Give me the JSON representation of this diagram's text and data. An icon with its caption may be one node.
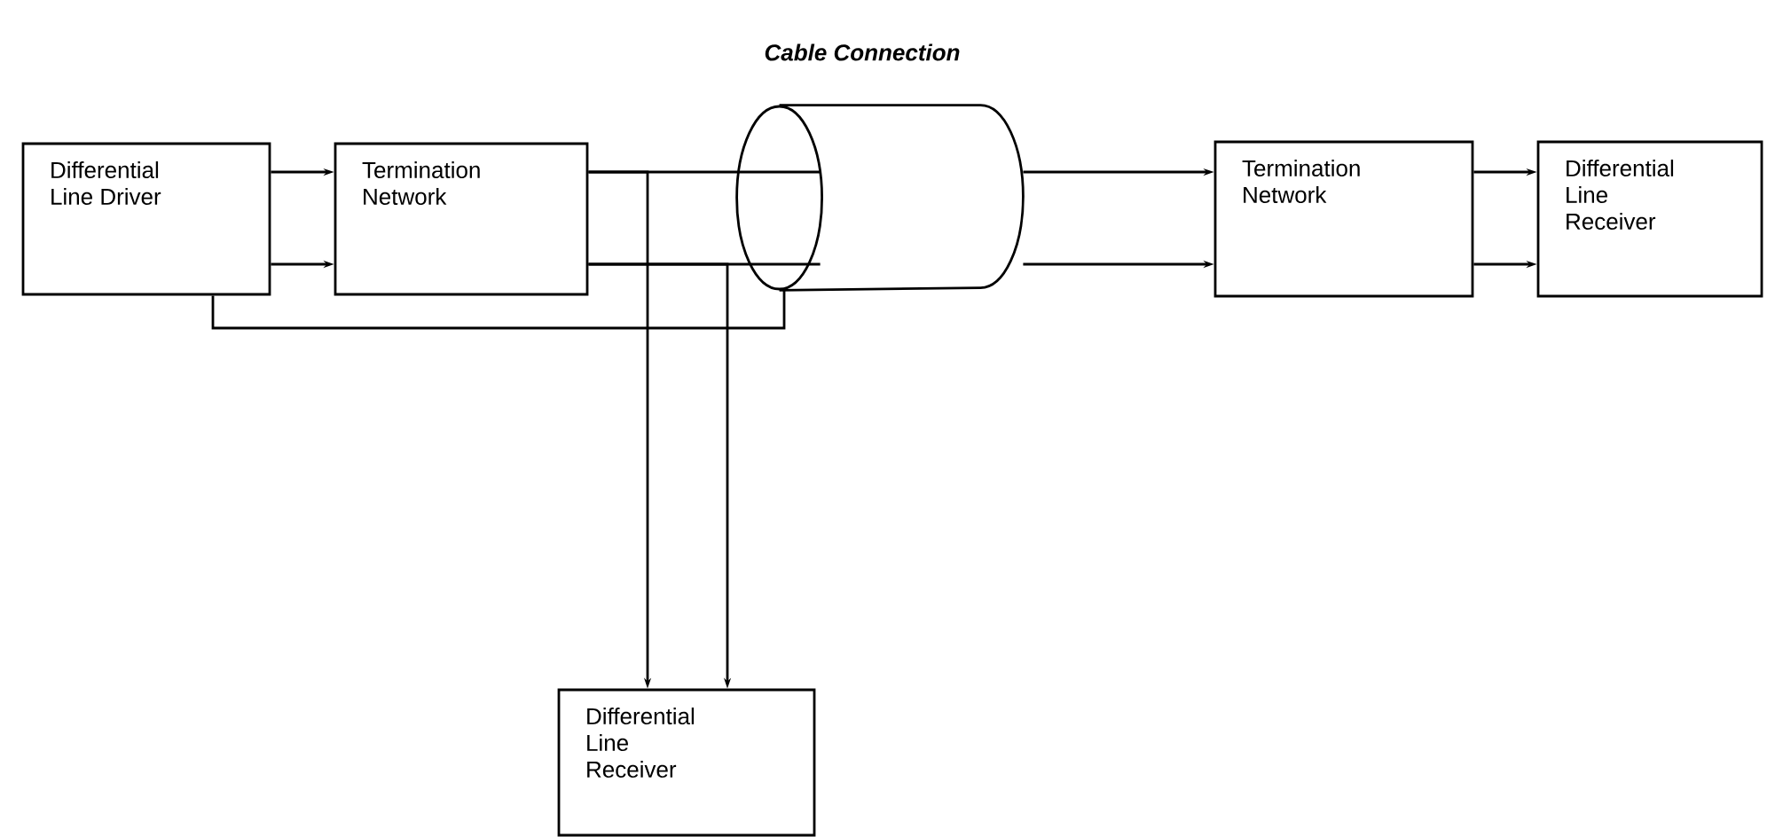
{
  "diagram": {
    "nodes": [
      {
        "text": [
          "Differential Line Driver"
        ]
      },
      {
        "text": [
          "Termination Network"
        ]
      },
      {
        "text": [],
        "shape": "cylinder",
        "beside": [
          "Cable Connection"
        ]
      },
      {
        "text": [
          "Termination Network"
        ]
      },
      {
        "text": [
          "Differential Line Receiver"
        ]
      },
      {
        "text": [
          "Differential Line Receiver"
        ]
      }
    ],
    "edges": [
      {
        "from": 0,
        "to": 1,
        "arrow": "to"
      },
      {
        "from": 0,
        "to": 1,
        "arrow": "to"
      },
      {
        "from": 1,
        "to": 2,
        "arrow": "none"
      },
      {
        "from": 1,
        "to": 2,
        "arrow": "none"
      },
      {
        "from": 2,
        "to": 3,
        "arrow": "to"
      },
      {
        "from": 2,
        "to": 3,
        "arrow": "to"
      },
      {
        "from": 3,
        "to": 4,
        "arrow": "to"
      },
      {
        "from": 3,
        "to": 4,
        "arrow": "to"
      },
      {
        "from": 1,
        "to": 5,
        "arrow": "to"
      },
      {
        "from": 1,
        "to": 5,
        "arrow": "to"
      },
      {
        "from": 0,
        "to": 2,
        "arrow": "none"
      }
    ]
  }
}
